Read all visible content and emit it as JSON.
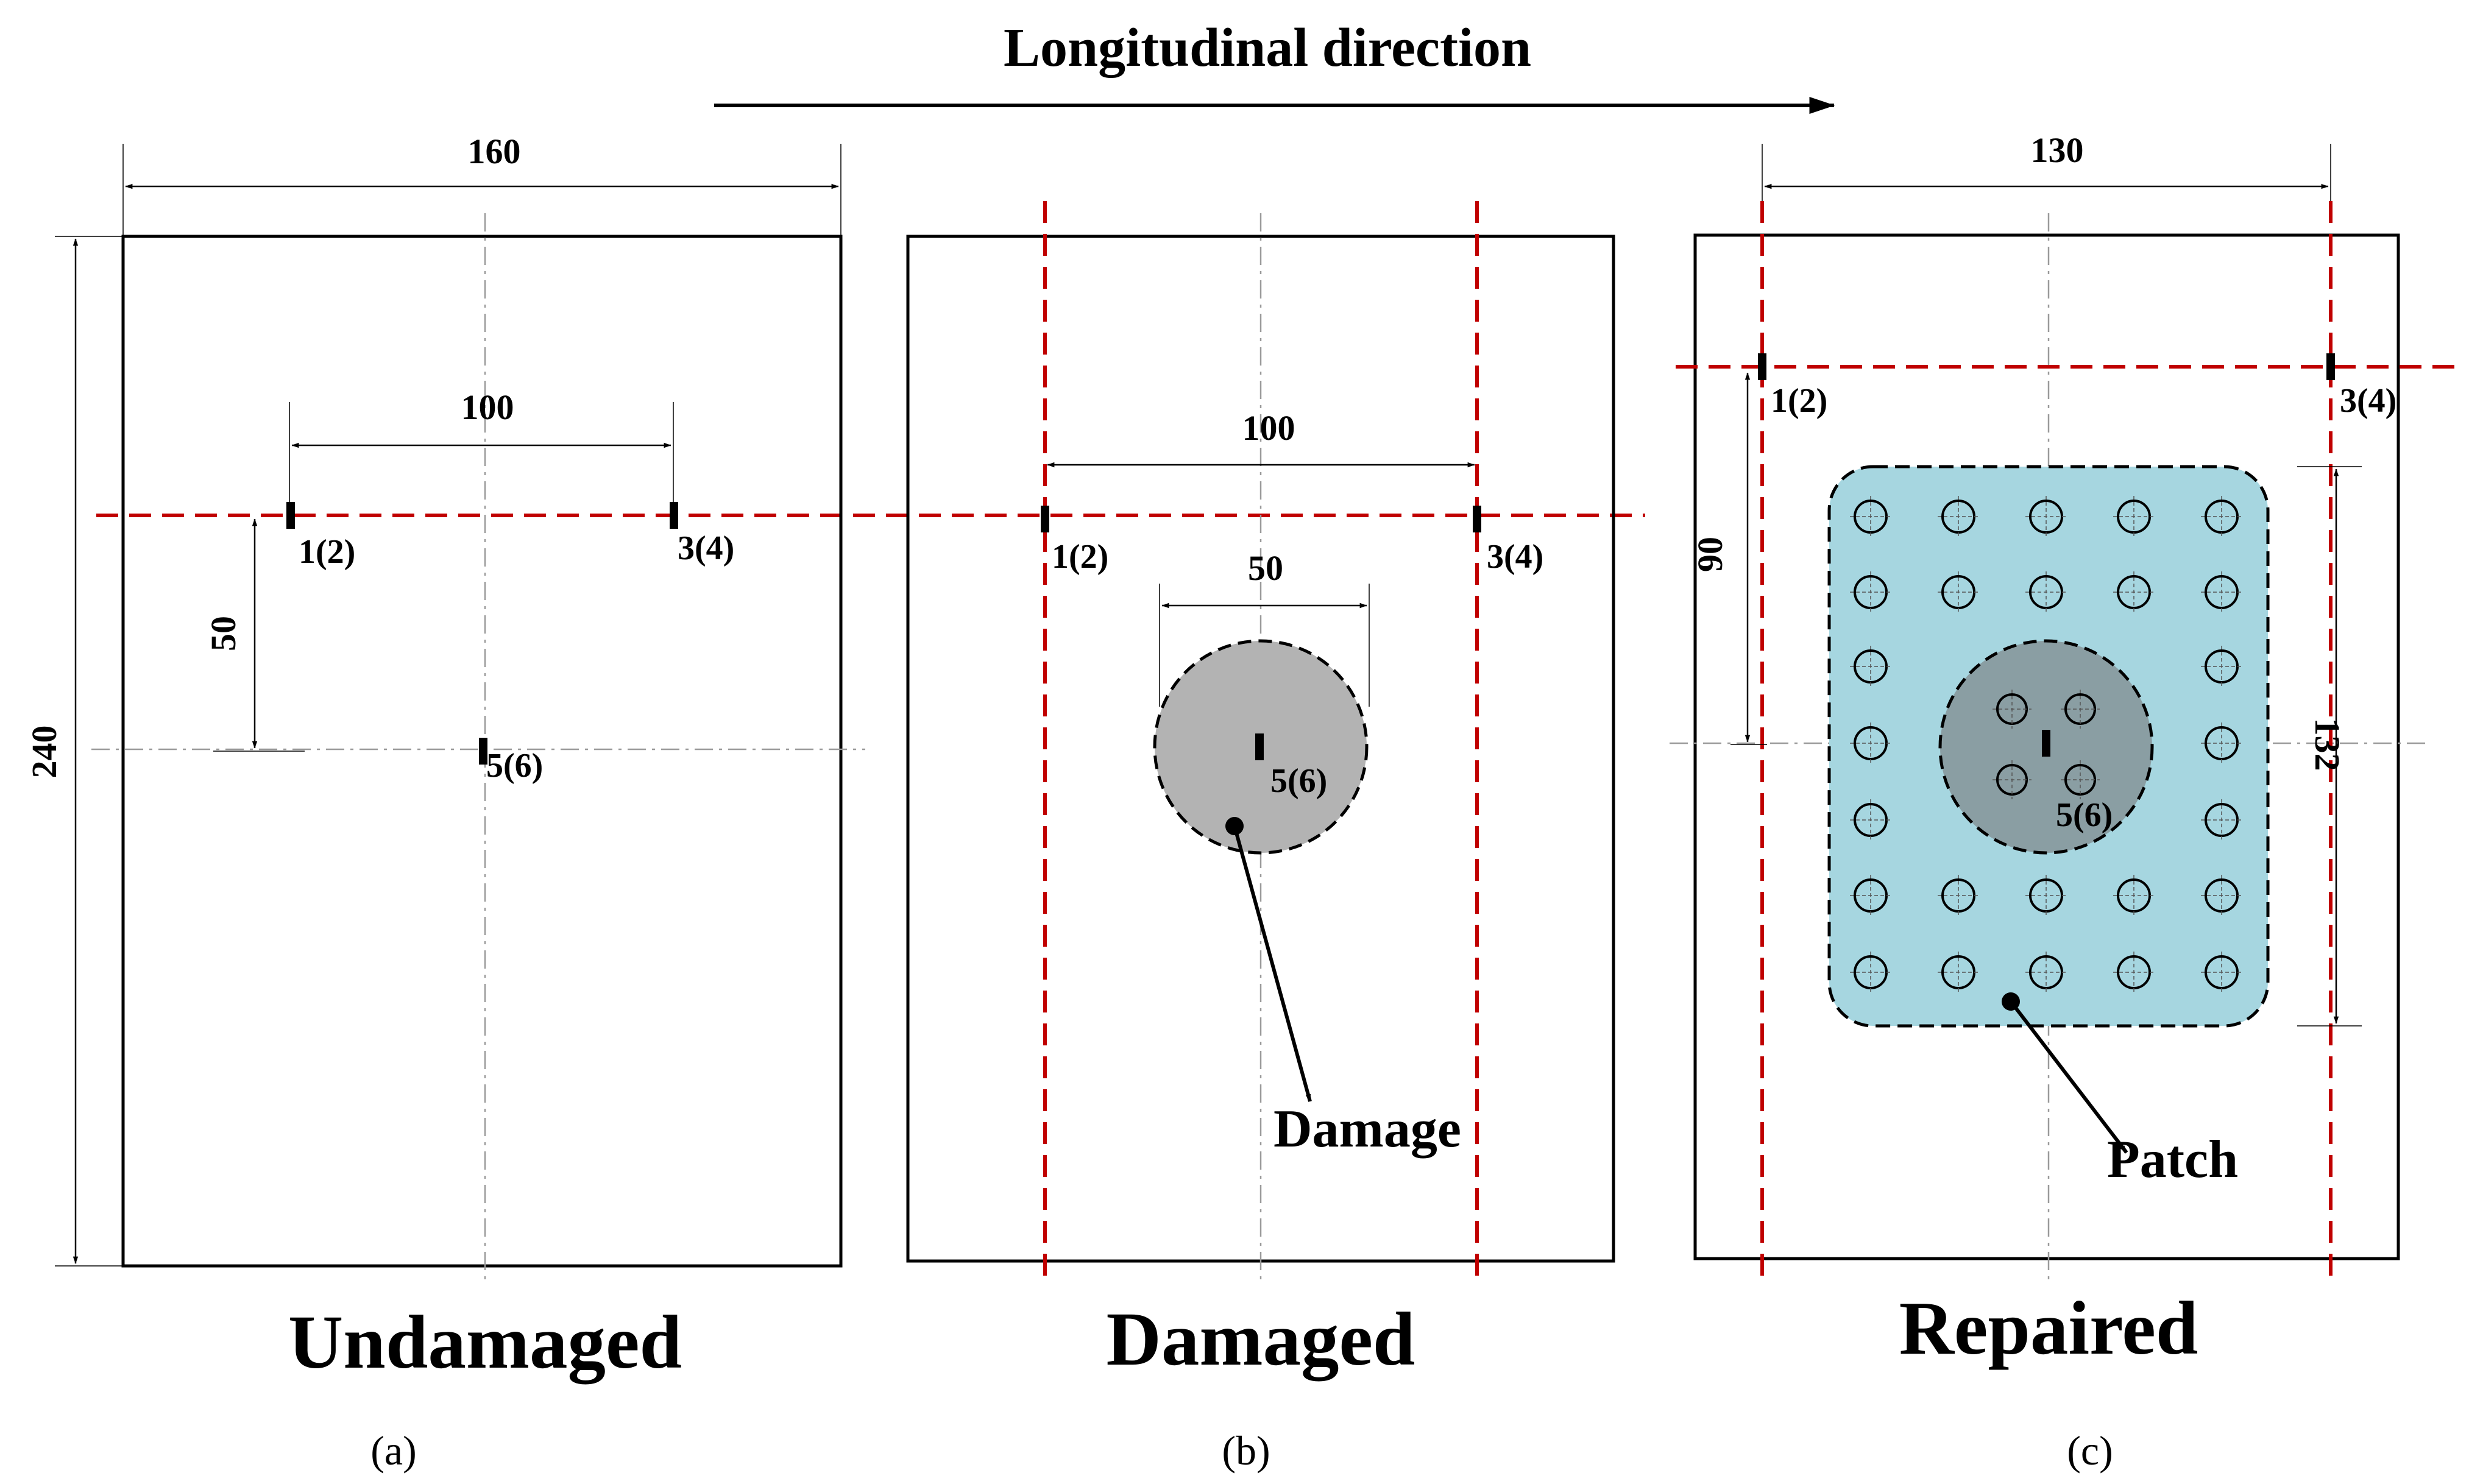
{
  "header": {
    "title": "Longitudinal direction"
  },
  "panels": [
    {
      "id": "a",
      "label": "Undamaged",
      "caption": "(a)",
      "dimensions": {
        "width": "160",
        "height": "240",
        "gauge_spacing": "100",
        "offset": "50"
      },
      "gauges": [
        "1(2)",
        "3(4)",
        "5(6)"
      ]
    },
    {
      "id": "b",
      "label": "Damaged",
      "caption": "(b)",
      "dimensions": {
        "gauge_spacing": "100",
        "damage_diameter": "50"
      },
      "gauges": [
        "1(2)",
        "3(4)",
        "5(6)"
      ],
      "callout": "Damage"
    },
    {
      "id": "c",
      "label": "Repaired",
      "caption": "(c)",
      "dimensions": {
        "gauge_spacing": "130",
        "offset": "90",
        "patch_height": "132"
      },
      "gauges": [
        "1(2)",
        "3(4)",
        "5(6)"
      ],
      "callout": "Patch"
    }
  ],
  "colors": {
    "reference_line": "#c00000",
    "damage_fill": "#b3b3b3",
    "patch_fill": "#a6d6e0",
    "outline": "#000000"
  }
}
